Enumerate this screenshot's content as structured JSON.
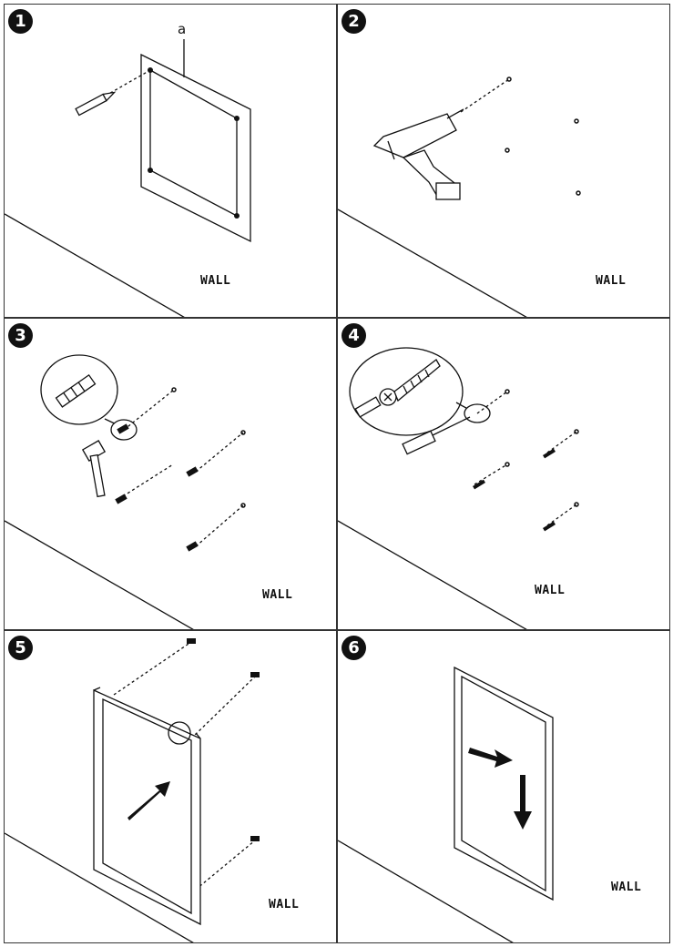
{
  "steps": [
    {
      "number": "1",
      "wall_label": "WALL",
      "callout": "a"
    },
    {
      "number": "2",
      "wall_label": "WALL"
    },
    {
      "number": "3",
      "wall_label": "WALL"
    },
    {
      "number": "4",
      "wall_label": "WALL"
    },
    {
      "number": "5",
      "wall_label": "WALL"
    },
    {
      "number": "6",
      "wall_label": "WALL"
    }
  ],
  "colors": {
    "line": "#111111",
    "border": "#333333",
    "badge": "#111111"
  }
}
